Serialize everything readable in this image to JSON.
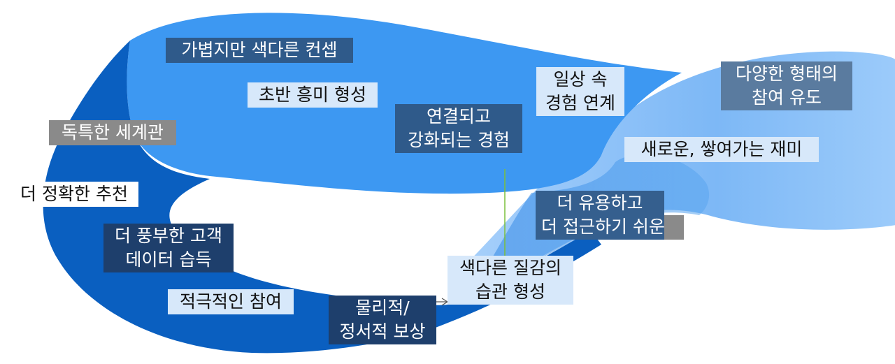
{
  "labels": {
    "concept": "가볍지만 색다른 컨셉",
    "early_interest": "초반 흥미 형성",
    "worldview": "독특한 세계관",
    "recommendation": "더 정확한 추천",
    "customer_data": [
      "더 풍부한 고객",
      "데이터 습득"
    ],
    "engagement": "적극적인 참여",
    "reward": [
      "물리적/",
      "정서적 보상"
    ],
    "habit": [
      "색다른 질감의",
      "습관 형성"
    ],
    "useful": [
      "더 유용하고",
      "더 접근하기 쉬운"
    ],
    "connected": [
      "연결되고",
      "강화되는 경험"
    ],
    "daily": [
      "일상 속",
      "경험 연계"
    ],
    "fun": "새로운, 쌓여가는 재미",
    "diverse": [
      "다양한 형태의",
      "참여 유도"
    ]
  },
  "colors": {
    "band_dark": "#0a5fc0",
    "band_mid": "#3d98f2",
    "band_light": "#8cc2f8",
    "box_dark": "#2f5a8a",
    "box_navy": "#1e3f6c",
    "box_light": "#d7e8fa",
    "box_gray": "#8a8a8a",
    "accent_line": "#7cbf3a"
  }
}
